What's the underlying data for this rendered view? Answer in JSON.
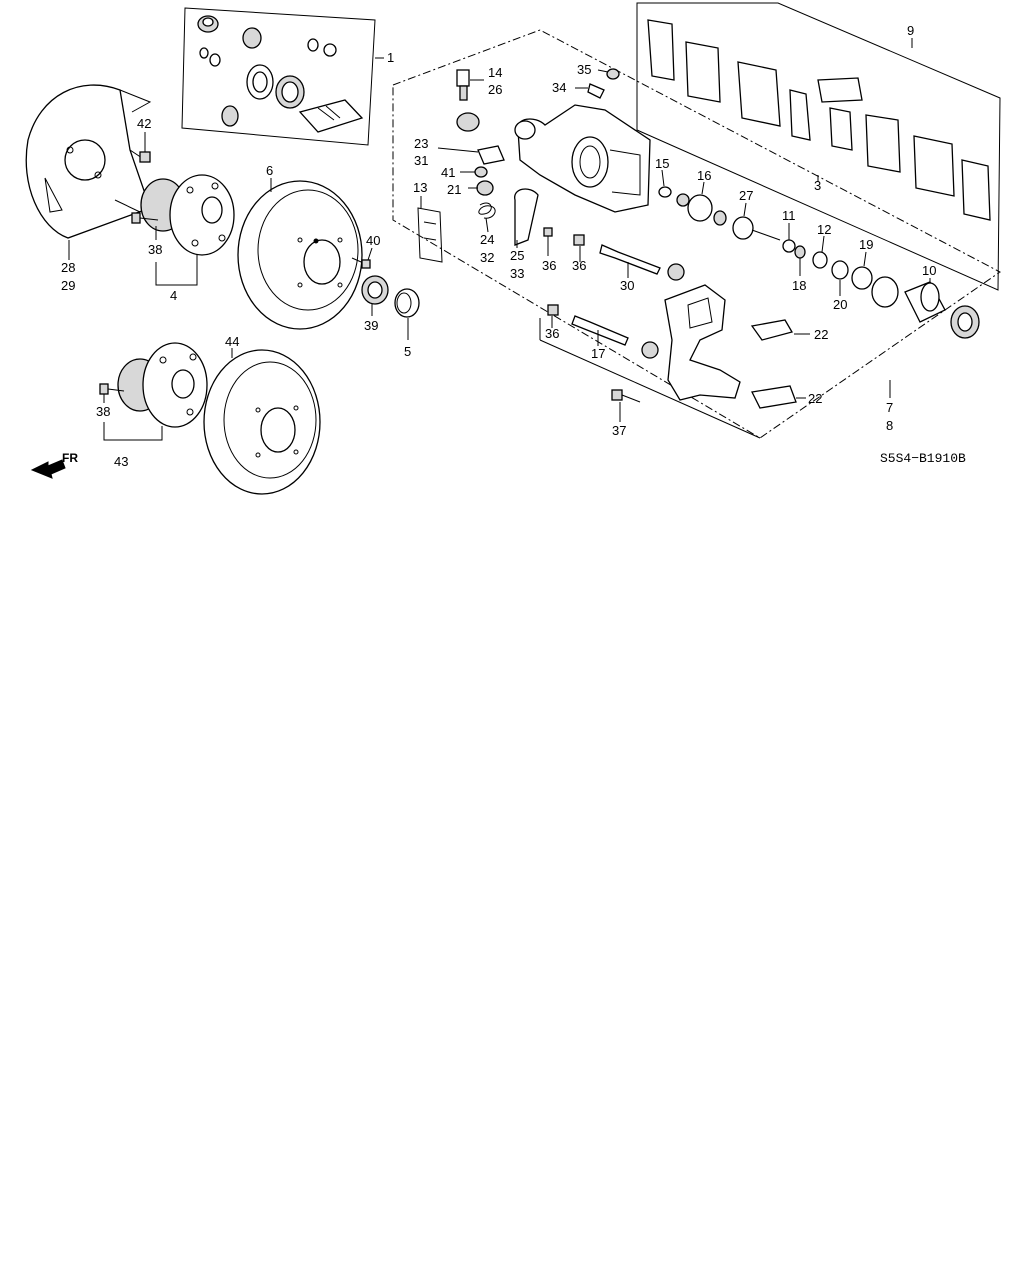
{
  "diagram": {
    "code": "S5S4−B1910B",
    "direction_label": "FR",
    "callouts": {
      "c1": "1",
      "c3": "3",
      "c4": "4",
      "c5": "5",
      "c6": "6",
      "c7": "7",
      "c8": "8",
      "c9": "9",
      "c10": "10",
      "c11": "11",
      "c12": "12",
      "c13": "13",
      "c14": "14",
      "c15": "15",
      "c16": "16",
      "c17": "17",
      "c18": "18",
      "c19": "19",
      "c20": "20",
      "c21": "21",
      "c22a": "22",
      "c22b": "22",
      "c23": "23",
      "c24": "24",
      "c25": "25",
      "c26": "26",
      "c27": "27",
      "c28": "28",
      "c29": "29",
      "c30": "30",
      "c31": "31",
      "c32": "32",
      "c33": "33",
      "c34": "34",
      "c35": "35",
      "c36a": "36",
      "c36b": "36",
      "c36c": "36",
      "c37": "37",
      "c38a": "38",
      "c38b": "38",
      "c39": "39",
      "c40": "40",
      "c41": "41",
      "c42": "42",
      "c43": "43",
      "c44": "44"
    }
  }
}
